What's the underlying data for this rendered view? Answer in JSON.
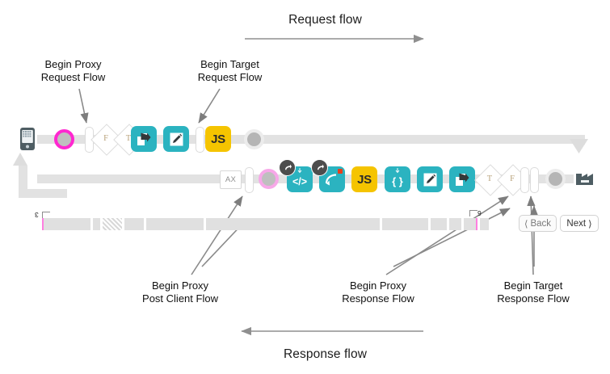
{
  "diagram": {
    "title_top": "Request flow",
    "title_bottom": "Response flow",
    "annotations": [
      {
        "id": "begin-proxy-request-flow",
        "line1": "Begin Proxy",
        "line2": "Request Flow"
      },
      {
        "id": "begin-target-request-flow",
        "line1": "Begin Target",
        "line2": "Request Flow"
      },
      {
        "id": "begin-proxy-post-client-flow",
        "line1": "Begin Proxy",
        "line2": "Post Client Flow"
      },
      {
        "id": "begin-proxy-response-flow",
        "line1": "Begin Proxy",
        "line2": "Response Flow"
      },
      {
        "id": "begin-target-response-flow",
        "line1": "Begin Target",
        "line2": "Response Flow"
      }
    ],
    "endpoints": {
      "client": "mobile-device-icon",
      "target": "target-server-icon"
    },
    "request_row": {
      "nodes": [
        {
          "type": "circle-pink",
          "icon": "flow-start-circle-icon",
          "label": ""
        },
        {
          "type": "bar",
          "icon": "flow-divider-bar-icon",
          "label": ""
        },
        {
          "type": "diamond",
          "icon": "condition-diamond-icon",
          "label": "F"
        },
        {
          "type": "diamond",
          "icon": "condition-diamond-icon",
          "label": "T"
        },
        {
          "type": "teal",
          "icon": "assign-message-icon",
          "label": ""
        },
        {
          "type": "teal",
          "icon": "edit-policy-icon",
          "label": ""
        },
        {
          "type": "bar",
          "icon": "flow-divider-bar-icon",
          "label": ""
        },
        {
          "type": "js",
          "icon": "javascript-policy-icon",
          "label": "JS"
        },
        {
          "type": "circle-gray",
          "icon": "flow-end-circle-icon",
          "label": ""
        }
      ]
    },
    "response_row": {
      "nodes": [
        {
          "type": "axbox",
          "icon": "ax-box-icon",
          "label": "AX"
        },
        {
          "type": "bar",
          "icon": "flow-divider-bar-icon",
          "label": ""
        },
        {
          "type": "circle-pink-soft",
          "icon": "flow-start-circle-icon",
          "label": ""
        },
        {
          "type": "teal",
          "icon": "xml-policy-icon",
          "label": "</>",
          "badge": "response-badge-icon"
        },
        {
          "type": "teal",
          "icon": "raise-fault-icon",
          "label": "",
          "badge": "response-badge-icon"
        },
        {
          "type": "js",
          "icon": "javascript-policy-icon",
          "label": "JS"
        },
        {
          "type": "teal",
          "icon": "json-policy-icon",
          "label": "{ }"
        },
        {
          "type": "teal",
          "icon": "edit-policy-icon",
          "label": ""
        },
        {
          "type": "teal",
          "icon": "assign-message-icon",
          "label": ""
        },
        {
          "type": "diamond",
          "icon": "condition-diamond-icon",
          "label": "T"
        },
        {
          "type": "diamond",
          "icon": "condition-diamond-icon",
          "label": "F"
        },
        {
          "type": "bar",
          "icon": "flow-divider-bar-icon",
          "label": ""
        },
        {
          "type": "bar",
          "icon": "flow-divider-bar-icon",
          "label": ""
        },
        {
          "type": "circle-gray",
          "icon": "flow-end-circle-icon",
          "label": ""
        }
      ]
    },
    "timeline": {
      "start_tick": "3",
      "end_tick": "6"
    },
    "nav": {
      "back": "Back",
      "next": "Next",
      "back_chevron": "chevron-left-icon",
      "next_chevron": "chevron-right-icon"
    },
    "colors": {
      "teal": "#2bb3c0",
      "yellow": "#f5c400",
      "pink": "#ff27d0",
      "pink_soft": "#f7a8e8",
      "rail": "#e2e2e2",
      "badge": "#4d4d4d",
      "target": "#4e5d63"
    }
  }
}
